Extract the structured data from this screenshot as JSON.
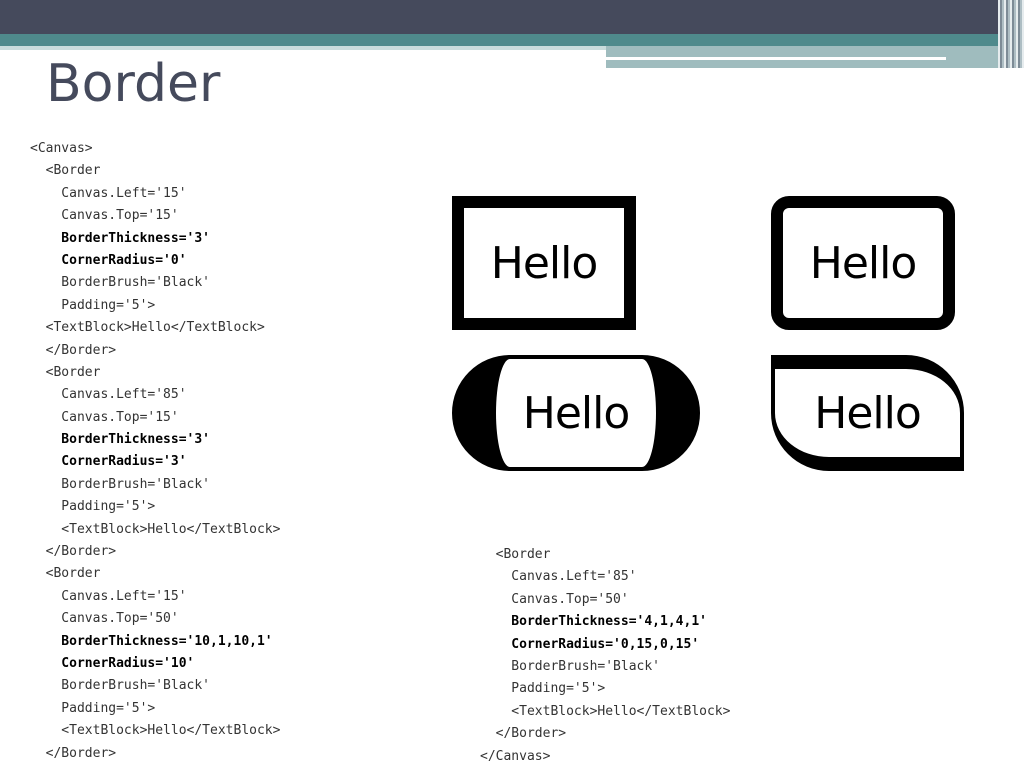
{
  "slide": {
    "title": "Border"
  },
  "code_left": [
    "<Canvas>",
    "  <Border",
    "    Canvas.Left='15'",
    "    Canvas.Top='15'",
    "    BorderThickness='3'",
    "    CornerRadius='0'",
    "    BorderBrush='Black'",
    "    Padding='5'>",
    "  <TextBlock>Hello</TextBlock>",
    "  </Border>",
    "  <Border",
    "    Canvas.Left='85'",
    "    Canvas.Top='15'",
    "    BorderThickness='3'",
    "    CornerRadius='3'",
    "    BorderBrush='Black'",
    "    Padding='5'>",
    "    <TextBlock>Hello</TextBlock>",
    "  </Border>",
    "  <Border",
    "    Canvas.Left='15'",
    "    Canvas.Top='50'",
    "    BorderThickness='10,1,10,1'",
    "    CornerRadius='10'",
    "    BorderBrush='Black'",
    "    Padding='5'>",
    "    <TextBlock>Hello</TextBlock>",
    "  </Border>"
  ],
  "code_right": [
    "  <Border",
    "    Canvas.Left='85'",
    "    Canvas.Top='50'",
    "    BorderThickness='4,1,4,1'",
    "    CornerRadius='0,15,0,15'",
    "    BorderBrush='Black'",
    "    Padding='5'>",
    "    <TextBlock>Hello</TextBlock>",
    "  </Border>",
    "</Canvas>"
  ],
  "demos": {
    "demo1_text": "Hello",
    "demo2_text": "Hello",
    "demo3_text": "Hello",
    "demo4_text": "Hello"
  },
  "colors": {
    "header_dark": "#454a5c",
    "header_teal": "#4f8a8c",
    "title_text": "#454a5c",
    "border_brush": "#000000"
  }
}
